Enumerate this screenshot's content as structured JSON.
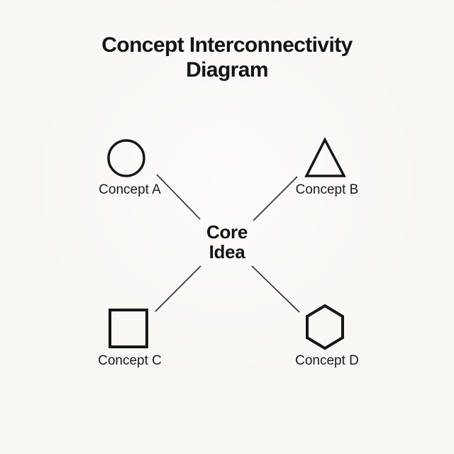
{
  "title": "Concept Interconnectivity Diagram",
  "center": {
    "label": "Core Idea"
  },
  "nodes": [
    {
      "id": "concept-a",
      "shape": "circle",
      "label": "Concept A"
    },
    {
      "id": "concept-b",
      "shape": "triangle",
      "label": "Concept B"
    },
    {
      "id": "concept-c",
      "shape": "square",
      "label": "Concept C"
    },
    {
      "id": "concept-d",
      "shape": "hexagon",
      "label": "Concept D"
    }
  ],
  "connections": [
    {
      "from": "concept-a",
      "to": "core"
    },
    {
      "from": "concept-b",
      "to": "core"
    },
    {
      "from": "concept-c",
      "to": "core"
    },
    {
      "from": "concept-d",
      "to": "core"
    }
  ],
  "colors": {
    "background": "#f7f6f2",
    "shape_stroke": "#161616",
    "text": "#141414",
    "connector": "#2b2b2b"
  }
}
